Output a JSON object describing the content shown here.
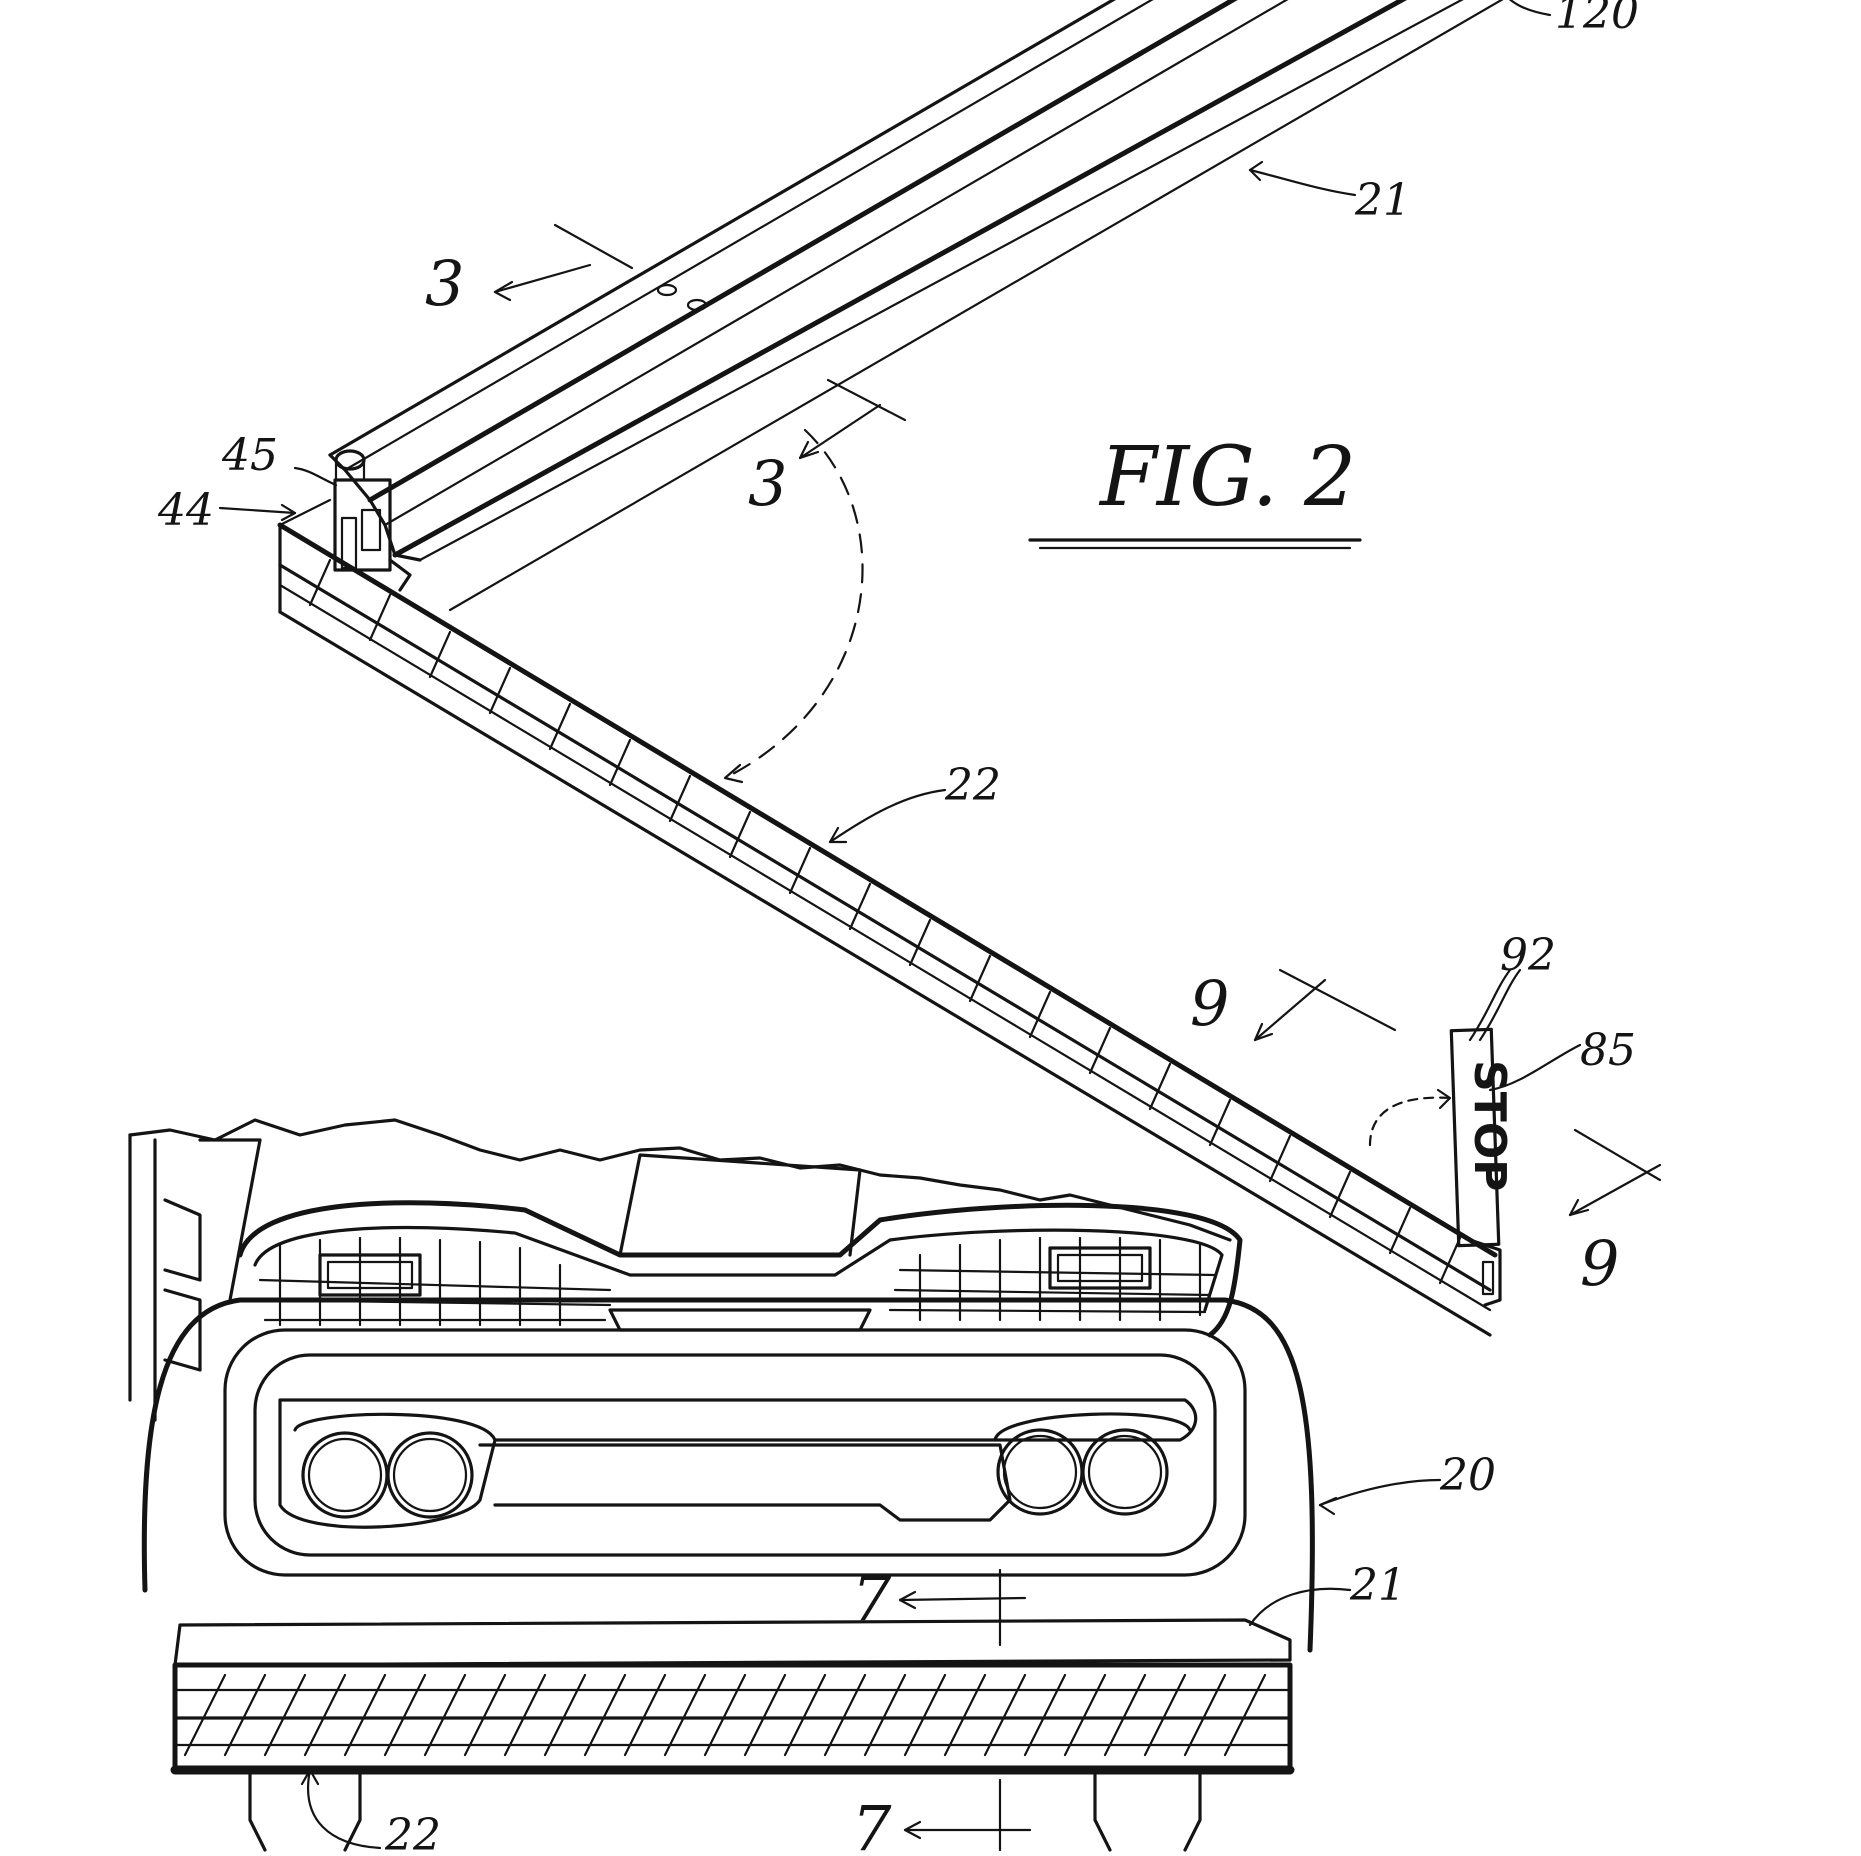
{
  "figure": {
    "label": "FIG. 2",
    "reference_numerals": {
      "r120": "120",
      "r21_top": "21",
      "r45": "45",
      "r44": "44",
      "r22_mid": "22",
      "r92": "92",
      "r85": "85",
      "r20": "20",
      "r21_bottom": "21",
      "r22_bottom": "22"
    },
    "section_markers": {
      "s3_left": "3",
      "s3_right": "3",
      "s9_left": "9",
      "s9_right": "9",
      "s7_top": "7",
      "s7_bottom": "7"
    },
    "sign_text": "STOP"
  }
}
